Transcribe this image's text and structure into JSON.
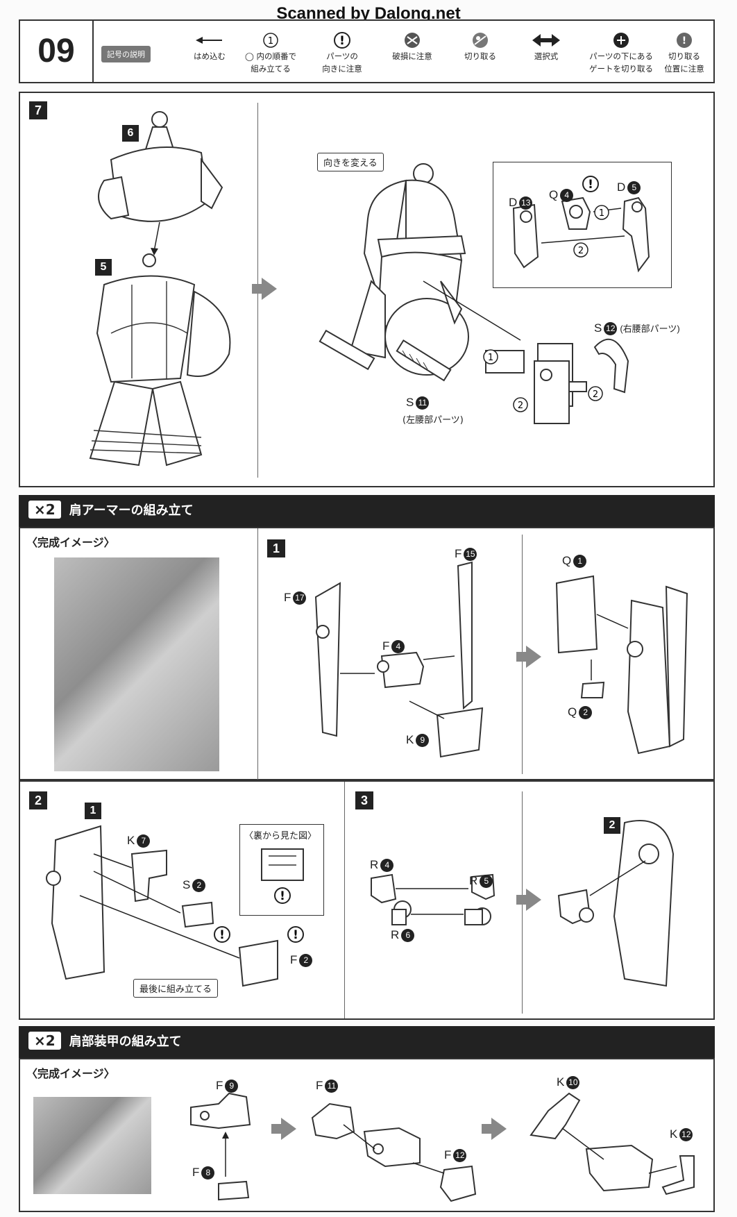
{
  "watermark": "Scanned by Dalong.net",
  "header": {
    "page_number": "09",
    "legend_tag": "記号の説明",
    "legend": [
      {
        "line1": "はめ込む",
        "line2": "",
        "icon": "arrow-left-icon"
      },
      {
        "line1": "◯ 内の順番で",
        "line2": "組み立てる",
        "icon": "numbered-circle-icon"
      },
      {
        "line1": "パーツの",
        "line2": "向きに注意",
        "icon": "exclamation-icon"
      },
      {
        "line1": "破損に注意",
        "line2": "",
        "icon": "damage-warning-icon"
      },
      {
        "line1": "切り取る",
        "line2": "",
        "icon": "cut-icon"
      },
      {
        "line1": "選択式",
        "line2": "",
        "icon": "double-arrow-icon"
      },
      {
        "line1": "パーツの下にある",
        "line2": "ゲートを切り取る",
        "icon": "gate-cut-icon"
      },
      {
        "line1": "切り取る",
        "line2": "位置に注意",
        "icon": "cut-position-icon"
      }
    ]
  },
  "step7": {
    "step": "7",
    "part_labels": {
      "top_part": "6",
      "bottom_part": "5"
    },
    "callout": "向きを変える",
    "labels": {
      "d13": {
        "letter": "D",
        "num": "13"
      },
      "q4": {
        "letter": "Q",
        "num": "4"
      },
      "d5": {
        "letter": "D",
        "num": "5"
      },
      "s12": {
        "letter": "S",
        "num": "12",
        "note": "(右腰部パーツ)"
      },
      "s11": {
        "letter": "S",
        "num": "11",
        "note": "(左腰部パーツ)"
      }
    },
    "order": {
      "one": "1",
      "two": "2"
    }
  },
  "section_shoulder_armor": {
    "multiplier": "×2",
    "title": "肩アーマーの組み立て",
    "finished_caption": "〈完成イメージ〉",
    "step1": {
      "step": "1",
      "labels": {
        "f17": {
          "letter": "F",
          "num": "17"
        },
        "f15": {
          "letter": "F",
          "num": "15"
        },
        "f4": {
          "letter": "F",
          "num": "4"
        },
        "k9": {
          "letter": "K",
          "num": "9"
        },
        "q1": {
          "letter": "Q",
          "num": "1"
        },
        "q2": {
          "letter": "Q",
          "num": "2"
        }
      }
    },
    "step2": {
      "step": "2",
      "ref_step": "1",
      "labels": {
        "k7": {
          "letter": "K",
          "num": "7"
        },
        "s2": {
          "letter": "S",
          "num": "2"
        },
        "f2": {
          "letter": "F",
          "num": "2"
        }
      },
      "back_view": "〈裏から見た図〉",
      "last_note": "最後に組み立てる"
    },
    "step3": {
      "step": "3",
      "ref_step": "2",
      "labels": {
        "r4": {
          "letter": "R",
          "num": "4"
        },
        "r5": {
          "letter": "R",
          "num": "5"
        },
        "r6": {
          "letter": "R",
          "num": "6"
        }
      }
    }
  },
  "section_shoulder_plate": {
    "multiplier": "×2",
    "title": "肩部装甲の組み立て",
    "finished_caption": "〈完成イメージ〉",
    "labels": {
      "f9": {
        "letter": "F",
        "num": "9"
      },
      "f8": {
        "letter": "F",
        "num": "8"
      },
      "f11": {
        "letter": "F",
        "num": "11"
      },
      "f12": {
        "letter": "F",
        "num": "12"
      },
      "k10": {
        "letter": "K",
        "num": "10"
      },
      "k12": {
        "letter": "K",
        "num": "12"
      }
    }
  }
}
